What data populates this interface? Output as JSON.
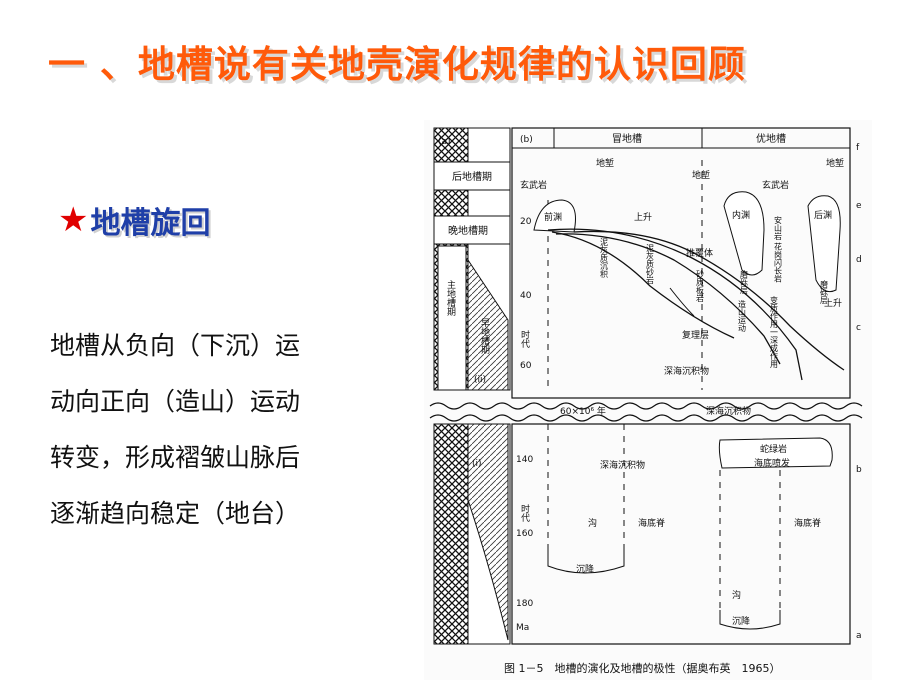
{
  "slide": {
    "title": "一 、地槽说有关地壳演化规律的认识回顾",
    "subtitle": "地槽旋回",
    "star_icon": "star-icon",
    "body_lines": [
      "地槽从负向（下沉）运",
      "动向正向（造山）运动",
      "转变，形成褶皱山脉后",
      "逐渐趋向稳定（地台）"
    ]
  },
  "figure": {
    "caption": "图 1－5　地槽的演化及地槽的极性（据奥布英　1965）",
    "panel_a": "(a)",
    "panel_b": "(b)",
    "header_left": "冒地槽",
    "header_right": "优地槽",
    "col_labels": {
      "late_stage": "后地槽期",
      "late_geosyncline": "晚地槽期",
      "main": "主地槽期",
      "early": "早地槽期",
      "i": "(i)",
      "ii": "(ii)"
    },
    "top_labels": {
      "dike1": "地堑",
      "dike2": "地堑",
      "dike3": "地堑",
      "basalt1": "玄武岩",
      "basalt2": "玄武岩",
      "foredeep": "前渊",
      "uplift": "上升",
      "inner_deep": "内渊",
      "back_deep": "后渊",
      "mud_sand": "泥灰质沉积",
      "mud_sandstone": "泥灰质砂岩",
      "thrust": "推覆体",
      "sand_shale": "砂质板岩",
      "flysch1": "磨砾层",
      "flysch2": "磨砾层",
      "andesite": "安山岩 花岗闪长岩",
      "orogeny": "造山运动",
      "metamorph": "变质作用一深成作用",
      "uplift2": "上升",
      "complex": "复理层",
      "deep_sea_top": "深海沉积物"
    },
    "age_ticks_top": [
      "20",
      "40",
      "60"
    ],
    "age_ticks_bottom": [
      "140",
      "160",
      "180",
      "Ma"
    ],
    "age_axis": "时代",
    "break_label": "60×10⁶ 年",
    "break_right": "深海沉积物",
    "bottom_labels": {
      "deep_sea": "深海沉积物",
      "ophiolite": "蛇绿岩",
      "submarine": "海底喷发",
      "trench1": "沟",
      "ridge1": "海底脊",
      "ridge2": "海底脊",
      "subsidence1": "沉降",
      "trench2": "沟",
      "subsidence2": "沉降"
    },
    "right_letters": [
      "f",
      "e",
      "d",
      "c",
      "b",
      "a"
    ]
  }
}
